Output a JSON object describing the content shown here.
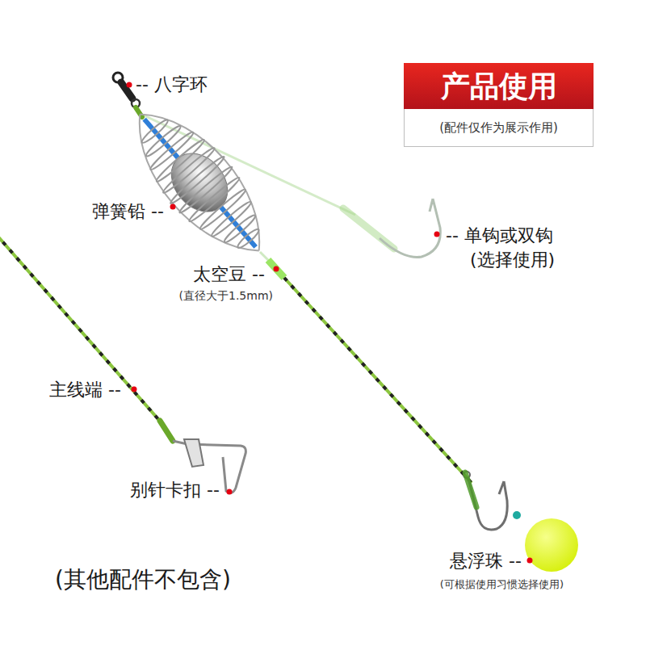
{
  "diagram": {
    "nodes": [
      {
        "text": [
          "产品使用",
          "(配件仅作为展示作用)"
        ]
      }
    ],
    "labels": [
      "-- 八字环",
      "弹簧铅 --",
      "太空豆 --",
      "(直径大于1.5mm)",
      "-- 单钩或双钩",
      "(选择使用)",
      "主线端 --",
      "别针卡扣 --",
      "悬浮珠 --",
      "(可根据使用习惯选择使用)",
      "(其他配件不包含)"
    ]
  }
}
